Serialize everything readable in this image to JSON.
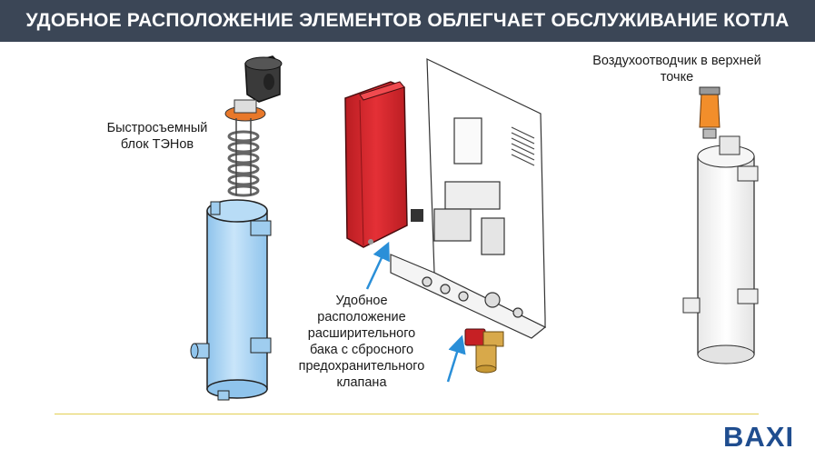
{
  "header": {
    "title": "УДОБНОЕ РАСПОЛОЖЕНИЕ ЭЛЕМЕНТОВ ОБЛЕГЧАЕТ ОБСЛУЖИВАНИЕ КОТЛА"
  },
  "labels": {
    "heater_block": [
      "Быстросъемный",
      "блок ТЭНов"
    ],
    "expansion_tank": [
      "Удобное",
      "расположение",
      "расширительного",
      "бака с сбросного",
      "предохранительного",
      "клапана"
    ],
    "air_vent": [
      "Воздухоотводчик в верхней",
      "точке"
    ]
  },
  "logo": {
    "text": "BAXI",
    "color": "#1f4d8f"
  },
  "colors": {
    "header_bg": "#3b4656",
    "tank_blue": "#a9d3f2",
    "expansion_red": "#d8232a",
    "arrow_blue": "#2a8fd8",
    "footer_line": "#e3cf52"
  }
}
